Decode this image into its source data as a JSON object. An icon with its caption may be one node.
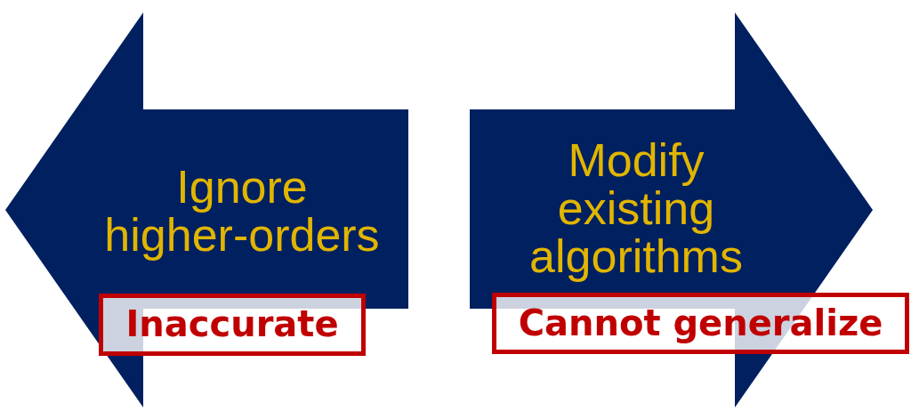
{
  "diagram": {
    "nodes": [
      {
        "text": [
          "Ignore higher-orders"
        ]
      },
      {
        "text": [
          "Inaccurate"
        ]
      },
      {
        "text": [
          "Modify existing algorithms"
        ]
      },
      {
        "text": [
          "Cannot generalize"
        ]
      }
    ]
  }
}
